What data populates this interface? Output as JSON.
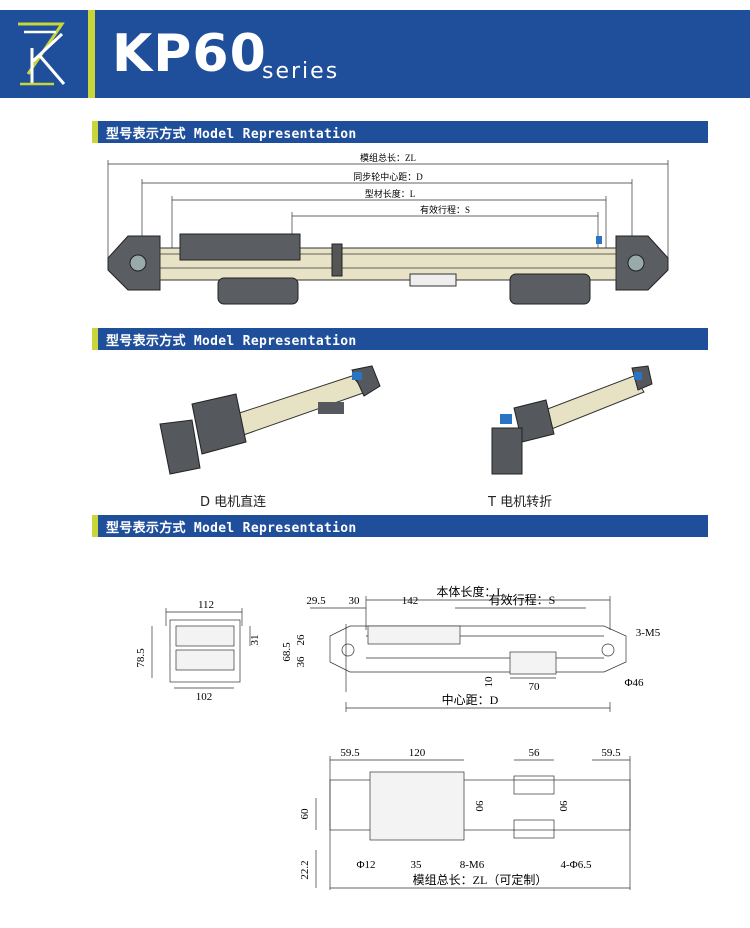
{
  "header": {
    "title": "KP60",
    "subtitle": "series"
  },
  "sections": [
    {
      "label": "型号表示方式 Model Representation"
    },
    {
      "label": "型号表示方式 Model Representation"
    },
    {
      "label": "型号表示方式 Model Representation"
    }
  ],
  "diagram1": {
    "zl": "模组总长：ZL",
    "d": "同步轮中心距：D",
    "l": "型材长度：L",
    "s": "有效行程：S"
  },
  "diagram2": {
    "d_caption": "D 电机直连",
    "t_caption": "T 电机转折"
  },
  "drawing": {
    "w112": "112",
    "h78": "78.5",
    "h31": "31",
    "w102": "102",
    "body_len": "本体长度：L",
    "d295": "29.5",
    "d30": "30",
    "d142": "142",
    "stroke": "有效行程：S",
    "m5": "3-M5",
    "h685": "68.5",
    "h36": "36",
    "h26": "26",
    "d10": "10",
    "d70": "70",
    "phi46": "Φ46",
    "center": "中心距：D",
    "t595a": "59.5",
    "t120": "120",
    "t56": "56",
    "t595b": "59.5",
    "t60": "60",
    "t90a": "90",
    "t90b": "90",
    "t222": "22.2",
    "phi12": "Φ12",
    "t35": "35",
    "m6": "8-M6",
    "phi65": "4-Φ6.5",
    "zl_custom": "模组总长：ZL（可定制）"
  }
}
